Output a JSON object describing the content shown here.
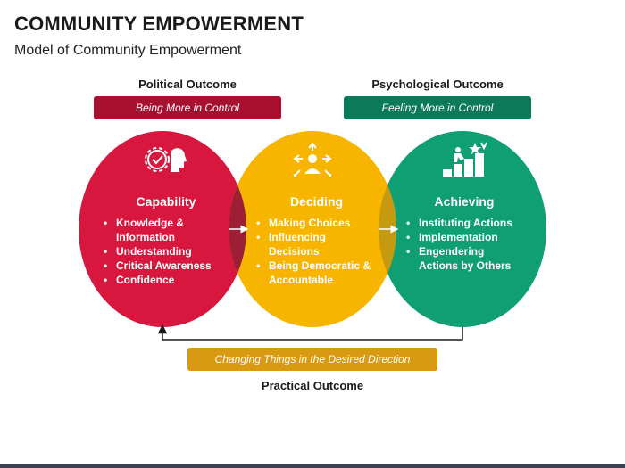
{
  "title": "COMMUNITY EMPOWERMENT",
  "subtitle": "Model of Community Empowerment",
  "political": {
    "heading": "Political Outcome",
    "pill": "Being More in Control"
  },
  "psychological": {
    "heading": "Psychological Outcome",
    "pill": "Feeling More in Control"
  },
  "practical": {
    "heading": "Practical Outcome",
    "pill": "Changing Things in the Desired Direction"
  },
  "circles": [
    {
      "heading": "Capability",
      "items": [
        "Knowledge & Information",
        "Understanding",
        "Critical Awareness",
        "Confidence"
      ],
      "icon": "gear-head-check-icon",
      "color": "#d8173f"
    },
    {
      "heading": "Deciding",
      "items": [
        "Making Choices",
        "Influencing Decisions",
        "Being Democratic & Accountable"
      ],
      "icon": "person-arrows-icon",
      "color": "#f7b500"
    },
    {
      "heading": "Achieving",
      "items": [
        "Instituting Actions",
        "Implementation",
        "Engendering Actions by Others"
      ],
      "icon": "steps-star-icon",
      "color": "#0f9f72"
    }
  ],
  "colors": {
    "red": "#d8173f",
    "gold": "#f7b500",
    "green": "#0f9f72",
    "overlap_red": "#9c1f36",
    "overlap_green": "#c69a10"
  }
}
